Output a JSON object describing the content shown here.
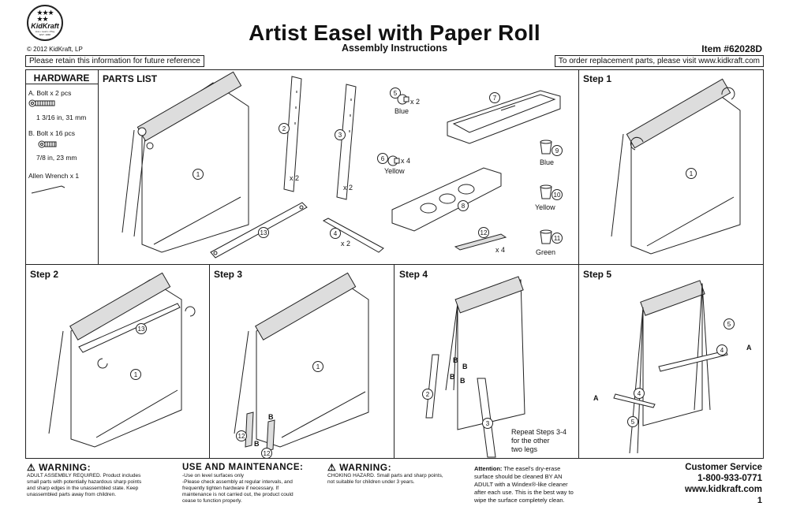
{
  "header": {
    "logo_name": "KidKraft",
    "logo_tagline": "Live • Learn • Play",
    "logo_est": "EST. 1968",
    "copyright": "© 2012 KidKraft, LP",
    "title": "Artist Easel with Paper Roll",
    "subtitle": "Assembly Instructions",
    "item_number": "Item #62028D",
    "retain_notice": "Please retain this information for future reference",
    "order_notice": "To order replacement parts, please visit www.kidkraft.com"
  },
  "hardware": {
    "title": "HARDWARE",
    "items": [
      {
        "label": "A. Bolt x 2 pcs",
        "size": "1 3/16 in, 31 mm"
      },
      {
        "label": "B. Bolt x 16 pcs",
        "size": "7/8 in, 23 mm"
      }
    ],
    "tool": "Allen Wrench x 1"
  },
  "parts_list": {
    "title": "PARTS LIST",
    "part_numbers": [
      "1",
      "2",
      "3",
      "4",
      "5",
      "6",
      "7",
      "8",
      "9",
      "10",
      "11",
      "12",
      "13"
    ],
    "qty_2_a": "x 2",
    "qty_2_b": "x 2",
    "qty_2_c": "x 2",
    "qty_5": "x 2",
    "qty_6": "x 4",
    "qty_12": "x 4",
    "color_5": "Blue",
    "color_6": "Yellow",
    "color_9": "Blue",
    "color_10": "Yellow",
    "color_11": "Green"
  },
  "steps": {
    "step1": "Step 1",
    "step2": "Step 2",
    "step3": "Step 3",
    "step4": "Step 4",
    "step5": "Step 5",
    "step4_note_1": "Repeat Steps 3-4",
    "step4_note_2": "for the other",
    "step4_note_3": "two legs",
    "letter_a": "A",
    "letter_b": "B"
  },
  "footer": {
    "warning1_title": "⚠ WARNING:",
    "warning1_lines": [
      "ADULT ASSEMBLY REQUIRED. Product includes",
      "small parts with potentially hazardous sharp points",
      "and sharp edges in the unassembled state. Keep",
      "unassembled parts away from children."
    ],
    "use_title": "USE AND MAINTENANCE:",
    "use_lines": [
      "-Use on level surfaces only",
      "-Please check assembly at regular intervals, and",
      "frequently tighten hardware if necessary. If",
      "maintenance is not carried out, the product could",
      "cease to function properly."
    ],
    "warning2_title": "⚠ WARNING:",
    "warning2_lines": [
      "CHOKING HAZARD. Small parts and sharp points,",
      "not suitable for children under 3 years."
    ],
    "attention_label": "Attention:",
    "attention_lines": [
      " The easel's dry-erase",
      "surface should be cleaned BY AN",
      "ADULT with a Windex®-like cleaner",
      "after each use. This is the best way to",
      "wipe the surface completely clean."
    ],
    "customer_service": "Customer Service",
    "phone": "1-800-933-0771",
    "website": "www.kidkraft.com",
    "page_number": "1"
  }
}
